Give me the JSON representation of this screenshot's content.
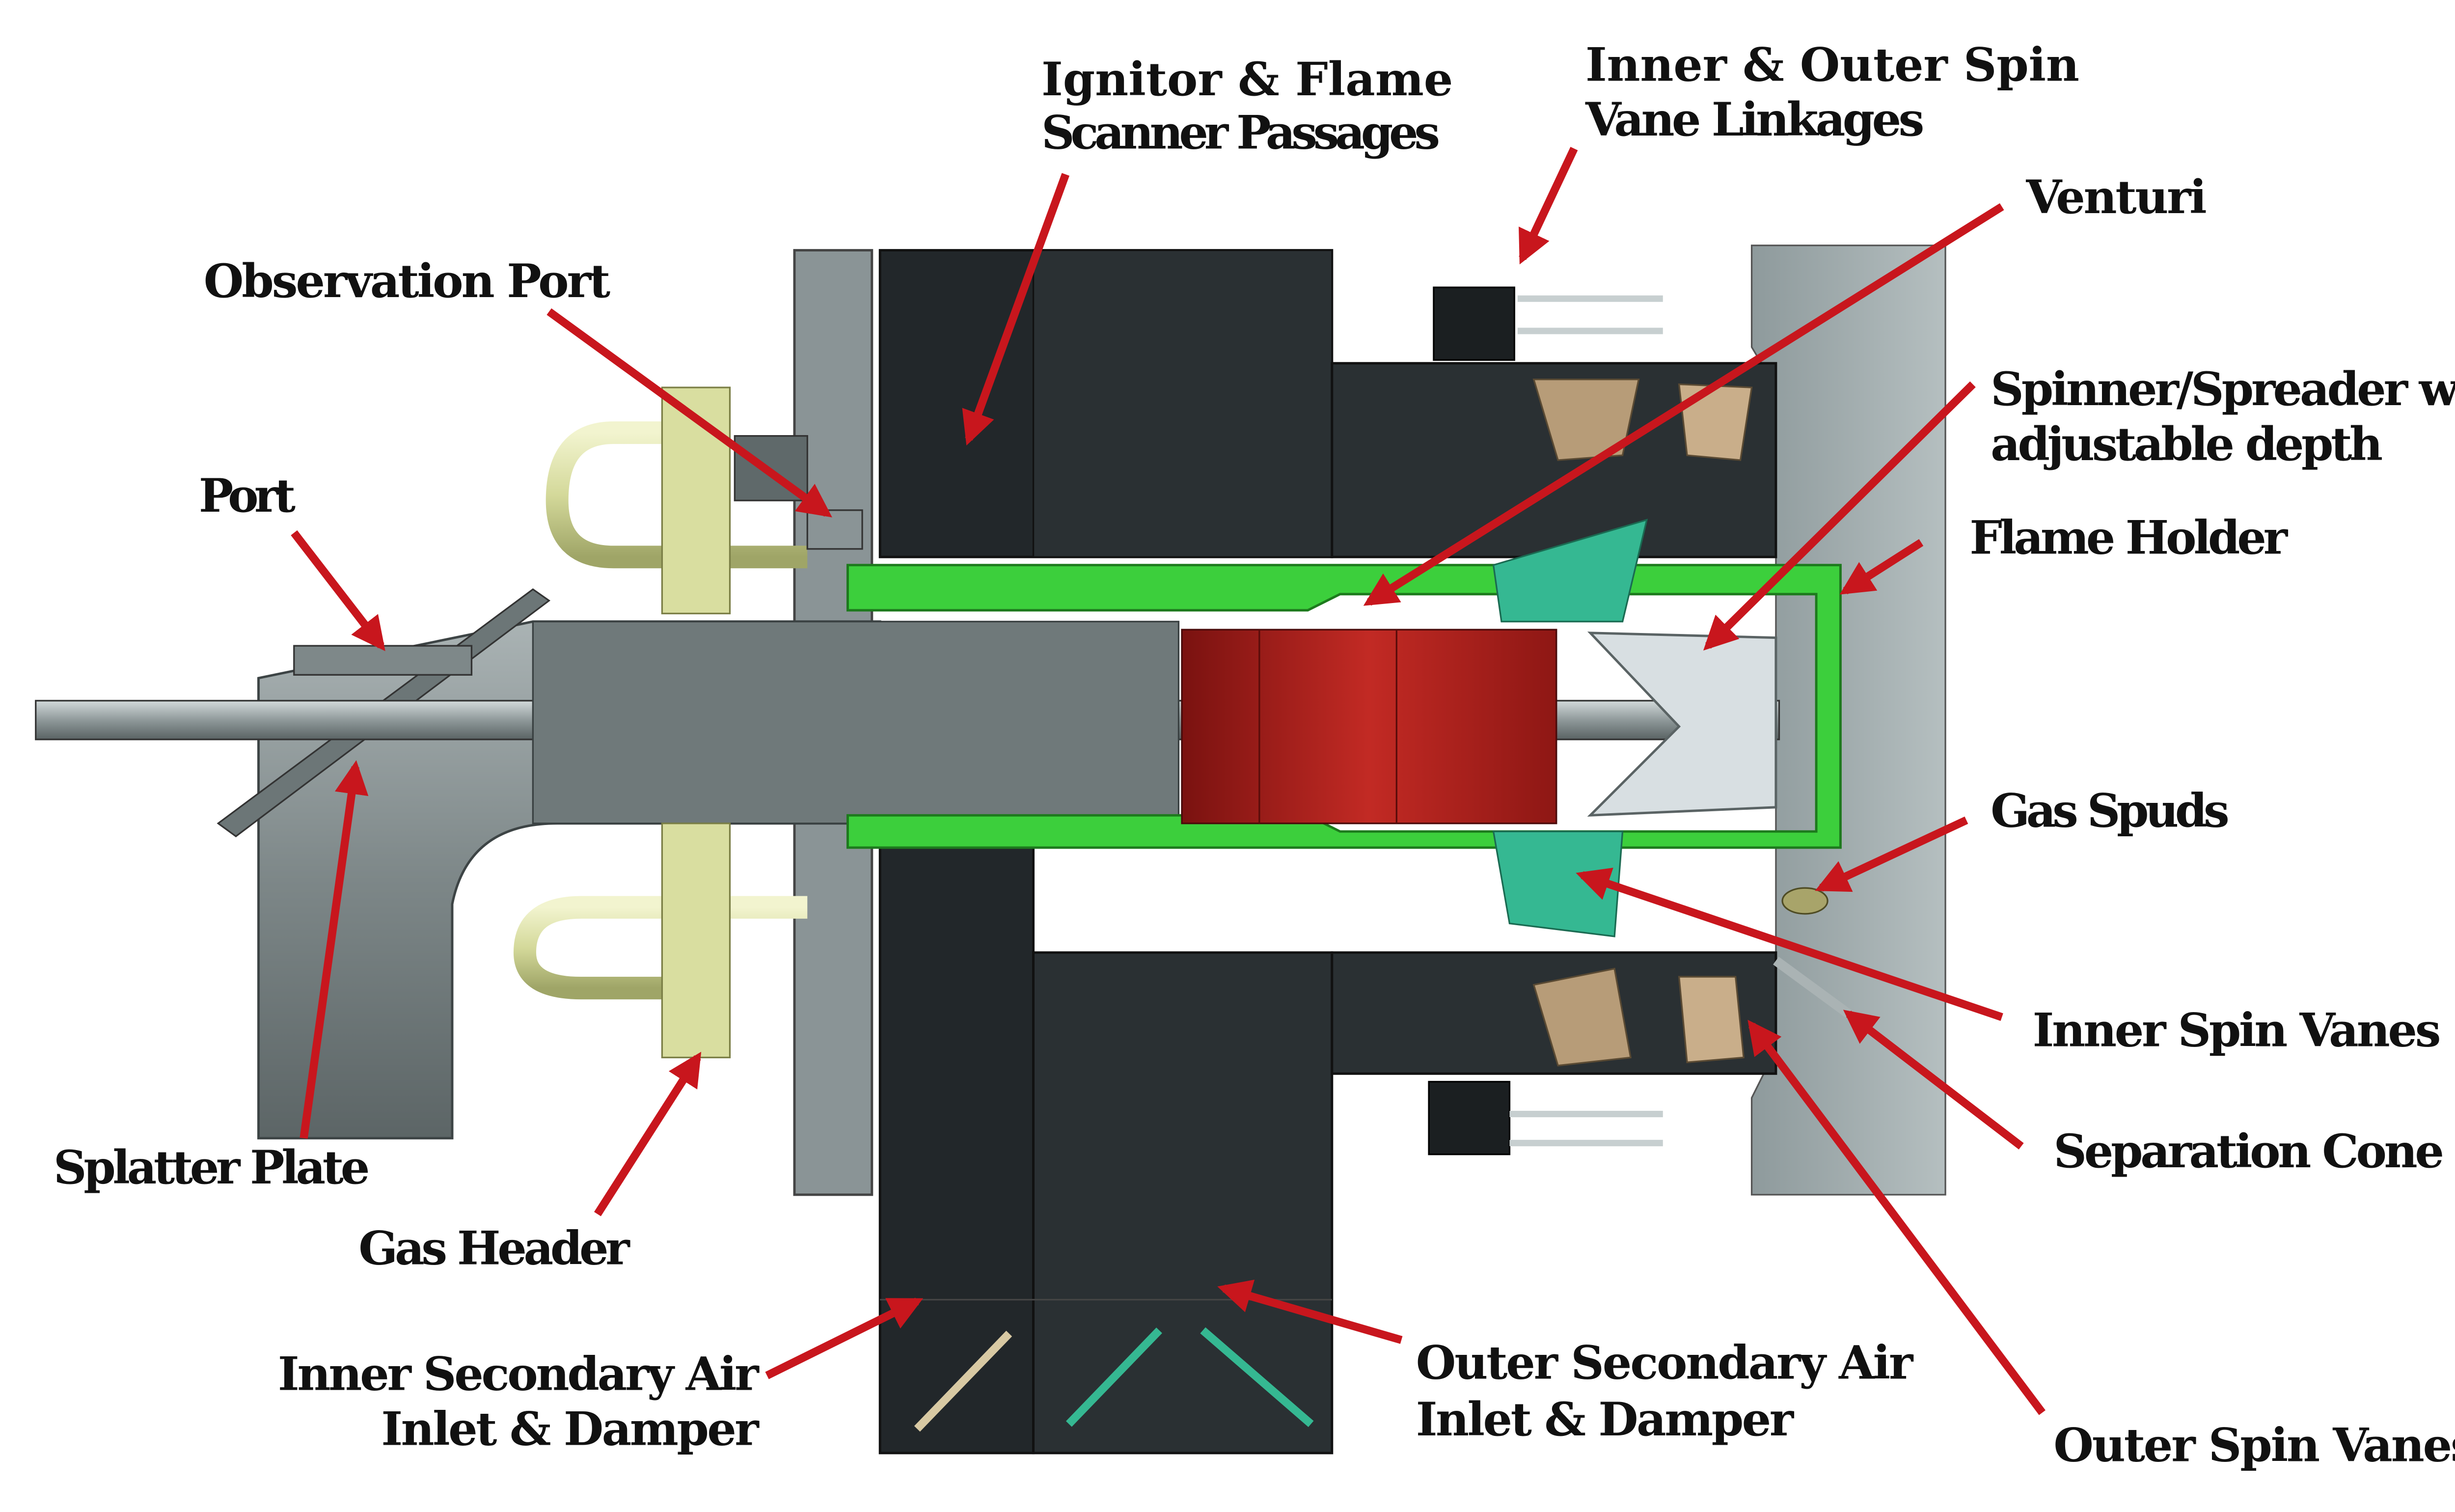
{
  "labels": {
    "ignitor_line1": "Ignitor & Flame",
    "ignitor_line2": "Scanner Passages",
    "linkages_line1": "Inner & Outer Spin",
    "linkages_line2": "Vane Linkages",
    "venturi": "Venturi",
    "observation_port": "Observation Port",
    "spinner_line1": "Spinner/Spreader with",
    "spinner_line2": "adjustable depth",
    "port": "Port",
    "flame_holder": "Flame Holder",
    "gas_spuds": "Gas Spuds",
    "inner_spin_vanes": "Inner Spin Vanes",
    "separation_cone": "Separation Cone",
    "splatter_plate": "Splatter Plate",
    "gas_header": "Gas Header",
    "inner_air_line1": "Inner Secondary Air",
    "inner_air_line2": "Inlet & Damper",
    "outer_air_line1": "Outer Secondary Air",
    "outer_air_line2": "Inlet & Damper",
    "outer_spin_vanes": "Outer Spin Vanes"
  },
  "colors": {
    "arrow": "#c8161d",
    "housing_dark": "#23282a",
    "steel_gray": "#8c9596",
    "gas_pipe": "#d9dea0",
    "venturi_green": "#3ccf3c",
    "throat_red": "#a8201e",
    "spin_vane_teal": "#35b892",
    "outer_vane_tan": "#b79c78"
  }
}
